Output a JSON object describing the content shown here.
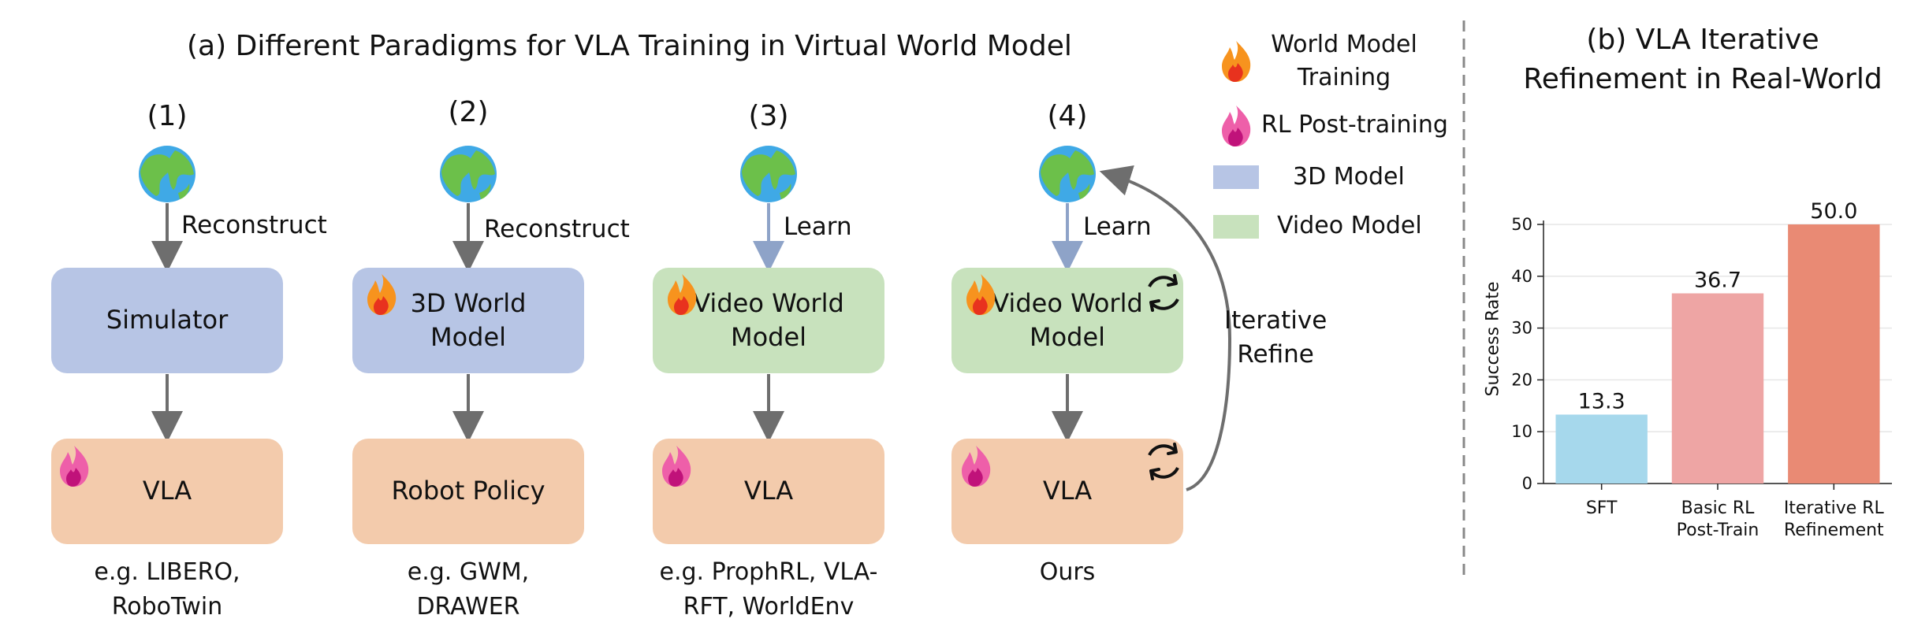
{
  "panel_a": {
    "title": "(a) Different Paradigms for VLA Training in Virtual World Model",
    "columns": [
      {
        "number": "(1)",
        "arrow_label": "Reconstruct",
        "world_box": "Simulator",
        "policy_box": "VLA",
        "caption": "e.g. LIBERO,\nRoboTwin"
      },
      {
        "number": "(2)",
        "arrow_label": "Reconstruct",
        "world_box": "3D World\nModel",
        "policy_box": "Robot Policy",
        "caption": "e.g. GWM,\nDRAWER"
      },
      {
        "number": "(3)",
        "arrow_label": "Learn",
        "world_box": "Video World\nModel",
        "policy_box": "VLA",
        "caption": "e.g. ProphRL, VLA-\nRFT, WorldEnv"
      },
      {
        "number": "(4)",
        "arrow_label": "Learn",
        "world_box": "Video World\nModel",
        "policy_box": "VLA",
        "caption": "Ours"
      }
    ],
    "loop_label": "Iterative\nRefine",
    "legend": {
      "world_model_training": "World Model\nTraining",
      "rl_post_training": "RL Post-training",
      "model_3d": "3D Model",
      "video_model": "Video Model"
    },
    "colors": {
      "model_3d": "#b7c5e5",
      "video_model": "#c8e2bd",
      "policy": "#f3cbac",
      "fire_orange": "#f7931e",
      "fire_pink": "#e84393"
    }
  },
  "chart_data": {
    "type": "bar",
    "title": "(b) VLA Iterative\nRefinement in Real-World",
    "ylabel": "Success Rate",
    "categories": [
      "SFT",
      "Basic RL\nPost-Train",
      "Iterative RL\nRefinement"
    ],
    "values": [
      13.3,
      36.7,
      50.0
    ],
    "value_labels": [
      "13.3",
      "36.7",
      "50.0"
    ],
    "ylim": [
      0,
      50
    ],
    "yticks": [
      "0",
      "10",
      "20",
      "30",
      "40",
      "50"
    ],
    "colors": [
      "#a6d8ec",
      "#eea5a4",
      "#e98a74"
    ],
    "grid": true
  }
}
